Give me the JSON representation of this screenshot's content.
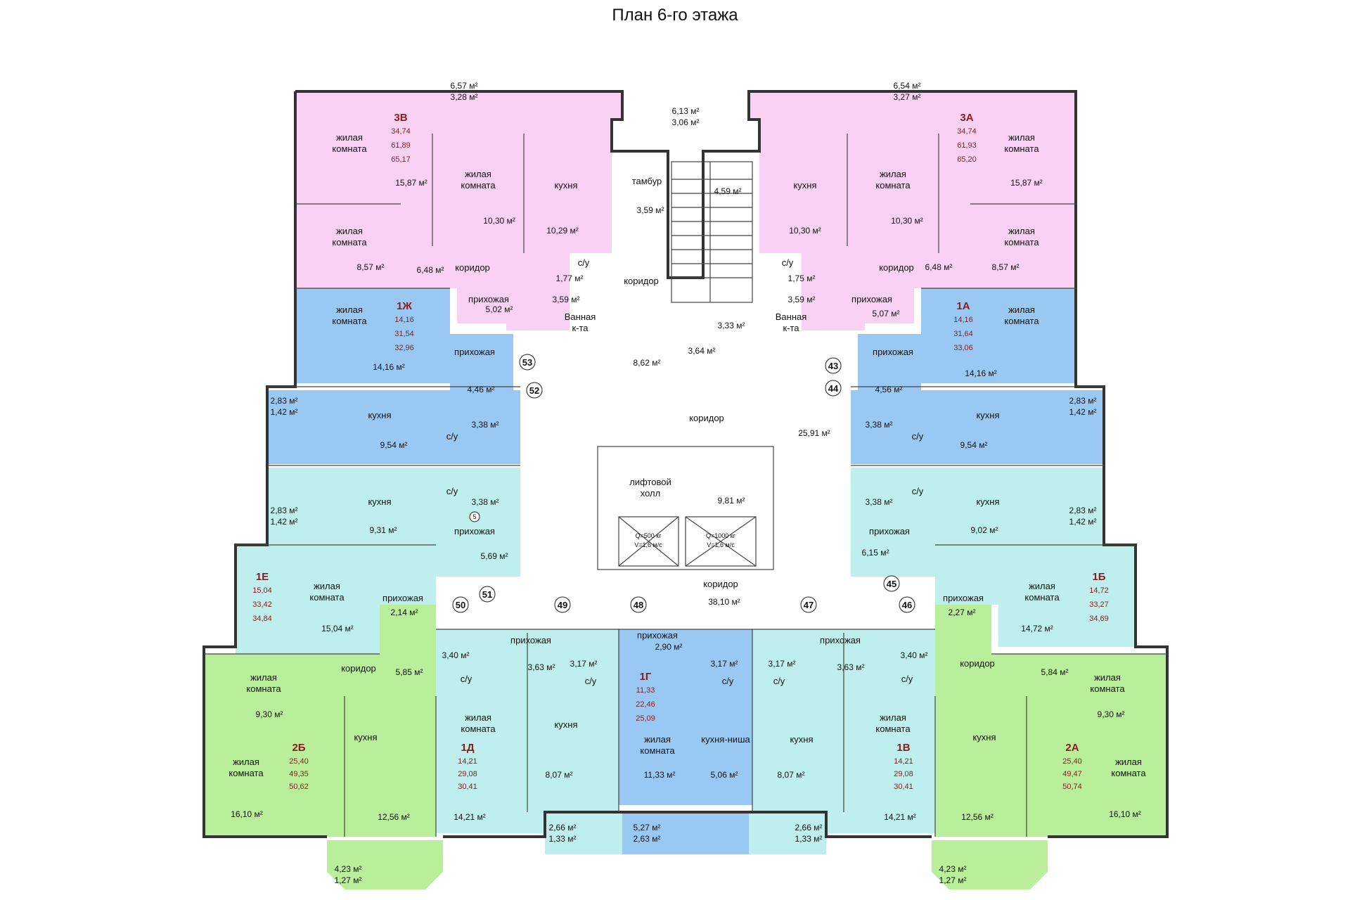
{
  "title": "План 6-го этажа",
  "colors": {
    "pink": "#f8d1f3",
    "blue": "#99c9f3",
    "cyan": "#bfeeee",
    "green": "#b9ee9a",
    "corridor": "#ffffff",
    "numText": "#8a1c1c"
  },
  "apartments": {
    "3B": {
      "code": "3В",
      "n1": "34,74",
      "n2": "61,89",
      "n3": "65,17"
    },
    "3A": {
      "code": "3А",
      "n1": "34,74",
      "n2": "61,93",
      "n3": "65,20"
    },
    "1Zh": {
      "code": "1Ж",
      "n1": "14,16",
      "n2": "31,54",
      "n3": "32,96"
    },
    "1A": {
      "code": "1А",
      "n1": "14,16",
      "n2": "31,64",
      "n3": "33,06"
    },
    "1E": {
      "code": "1Е",
      "n1": "15,04",
      "n2": "33,42",
      "n3": "34,84"
    },
    "1B": {
      "code": "1Б",
      "n1": "14,72",
      "n2": "33,27",
      "n3": "34,69"
    },
    "2B": {
      "code": "2Б",
      "n1": "25,40",
      "n2": "49,35",
      "n3": "50,62"
    },
    "2A": {
      "code": "2А",
      "n1": "25,40",
      "n2": "49,47",
      "n3": "50,74"
    },
    "1D": {
      "code": "1Д",
      "n1": "14,21",
      "n2": "29,08",
      "n3": "30,41"
    },
    "1V": {
      "code": "1В",
      "n1": "14,21",
      "n2": "29,08",
      "n3": "30,41"
    },
    "1G": {
      "code": "1Г",
      "n1": "11,33",
      "n2": "22,46",
      "n3": "25,09"
    }
  },
  "words": {
    "living": "жилая",
    "room": "комната",
    "kitchen": "кухня",
    "kitchen_niche": "кухня-ниша",
    "corridor": "коридор",
    "hall": "прихожая",
    "tambur": "тамбур",
    "bath": "Ванная",
    "kta": "к-та",
    "wc": "с/у",
    "lift": "лифтовой",
    "holl": "холл",
    "lift1": "Q=500 кг",
    "lift1b": "V=1,6 м/с",
    "lift2": "Q=1000 кг",
    "lift2b": "V=1,6 м/с"
  },
  "areas": {
    "a1": "6,57 м²",
    "a2": "3,28 м²",
    "a3": "6,54 м²",
    "a4": "3,27 м²",
    "a5": "6,13 м²",
    "a6": "3,06 м²",
    "a7": "15,87 м²",
    "a8": "10,30 м²",
    "a9": "10,29 м²",
    "a10": "3,59 м²",
    "a11": "4,59 м²",
    "a12": "10,30 м²",
    "a13": "10,30 м²",
    "a14": "15,87 м²",
    "a15": "8,57 м²",
    "a16": "6,48 м²",
    "a17": "1,77 м²",
    "a18": "1,75 м²",
    "a19": "6,48 м²",
    "a20": "8,57 м²",
    "a21": "5,02 м²",
    "a22": "3,59 м²",
    "a23": "3,33 м²",
    "a24": "3,59 м²",
    "a25": "5,07 м²",
    "a26": "14,16 м²",
    "a27": "8,62 м²",
    "a28": "3,64 м²",
    "a29": "14,16 м²",
    "a30": "4,46 м²",
    "a31": "4,56 м²",
    "a32": "2,83 м²",
    "a33": "1,42 м²",
    "a34": "2,83 м²",
    "a35": "1,42 м²",
    "a36": "25,91 м²",
    "a37": "3,38 м²",
    "a38": "3,38 м²",
    "a39": "9,54 м²",
    "a40": "9,54 м²",
    "a41": "9,81 м²",
    "a42": "3,38 м²",
    "a43": "3,38 м²",
    "a44": "2,83 м²",
    "a45": "1,42 м²",
    "a46": "2,83 м²",
    "a47": "1,42 м²",
    "a48": "9,31 м²",
    "a49": "9,02 м²",
    "a50": "5,69 м²",
    "a51": "6,15 м²",
    "a52": "38,10 м²",
    "a53": "2,14 м²",
    "a54": "2,27 м²",
    "a55": "15,04 м²",
    "a56": "14,72 м²",
    "a57": "2,90 м²",
    "a58": "3,40 м²",
    "a59": "3,40 м²",
    "a60": "5,85 м²",
    "a61": "5,84 м²",
    "a62": "3,63 м²",
    "a63": "3,17 м²",
    "a64": "3,17 м²",
    "a65": "3,17 м²",
    "a66": "3,63 м²",
    "a67": "9,30 м²",
    "a68": "9,30 м²",
    "a69": "8,07 м²",
    "a70": "11,33 м²",
    "a71": "5,06 м²",
    "a72": "8,07 м²",
    "a73": "16,10 м²",
    "a74": "12,56 м²",
    "a75": "14,21 м²",
    "a76": "14,21 м²",
    "a77": "12,56 м²",
    "a78": "16,10 м²",
    "a79": "2,66 м²",
    "a80": "1,33 м²",
    "a81": "5,27 м²",
    "a82": "2,63 м²",
    "a83": "2,66 м²",
    "a84": "1,33 м²",
    "a85": "4,23 м²",
    "a86": "1,27 м²",
    "a87": "4,23 м²",
    "a88": "1,27 м²"
  },
  "marks": {
    "m53": "53",
    "m52": "52",
    "m43": "43",
    "m44": "44",
    "m50": "50",
    "m51": "51",
    "m49": "49",
    "m48": "48",
    "m47": "47",
    "m45": "45",
    "m46": "46",
    "m5": "5"
  }
}
